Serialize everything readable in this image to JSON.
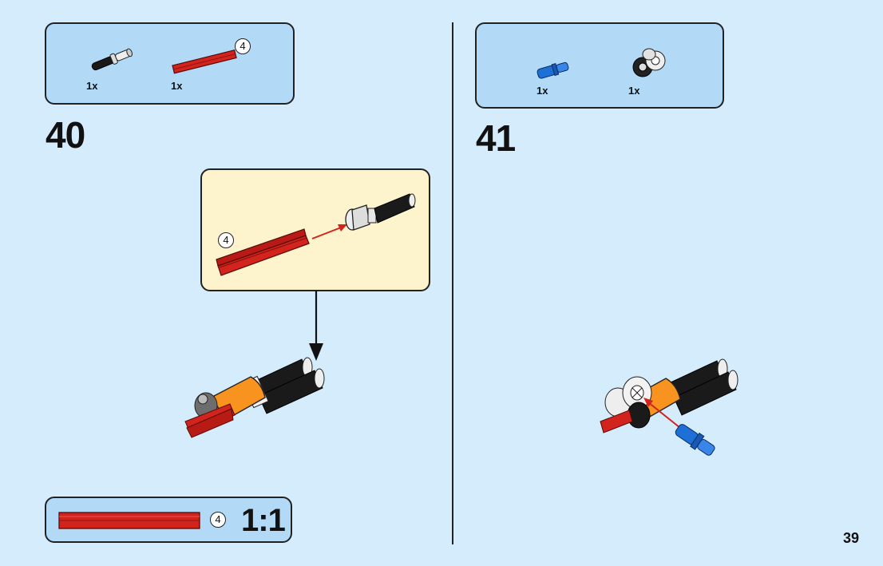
{
  "step40": {
    "number": "40",
    "parts": [
      {
        "qty": "1x",
        "icon": "black-axle-pin-icon"
      },
      {
        "qty": "1x",
        "icon": "red-axle-icon",
        "length": "4"
      }
    ],
    "callout_axle_length": "4"
  },
  "step41": {
    "number": "41",
    "parts": [
      {
        "qty": "1x",
        "icon": "blue-axle-pin-icon"
      },
      {
        "qty": "1x",
        "icon": "double-connector-icon"
      }
    ]
  },
  "scale_reference": {
    "length": "4",
    "ratio": "1:1"
  },
  "page_number": "39",
  "colors": {
    "background": "#d4ecfb",
    "parts_box": "#b2daf6",
    "callout": "#fdf3cc",
    "red_part": "#d2231c",
    "blue_part": "#1e6fd6",
    "orange_part": "#f7931e"
  }
}
